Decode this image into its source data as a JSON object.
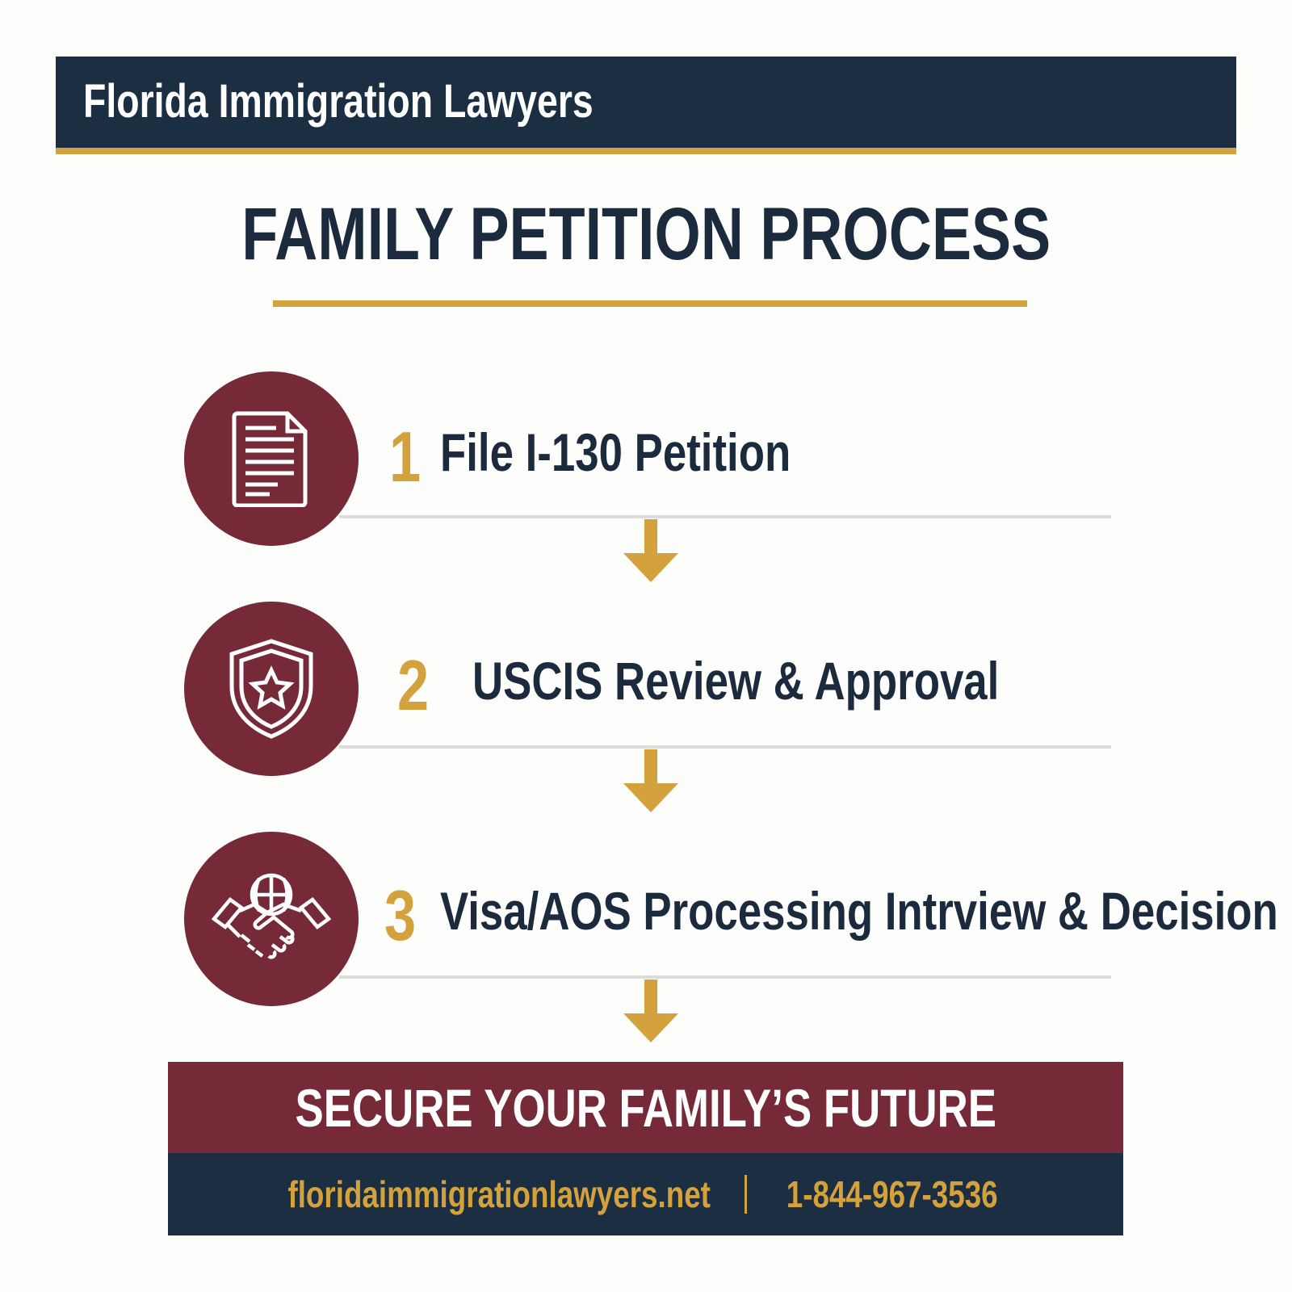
{
  "header": {
    "brand": "Florida Immigration Lawyers"
  },
  "title": "FAMILY PETITION PROCESS",
  "steps": [
    {
      "number": "1",
      "label": "File I-130 Petition",
      "icon": "document-icon"
    },
    {
      "number": "2",
      "label": "USCIS Review & Approval",
      "icon": "shield-star-icon"
    },
    {
      "number": "3",
      "label": "Visa/AOS Processing Intrview & Decision",
      "icon": "globe-handshake-icon"
    }
  ],
  "cta": {
    "headline": "SECURE YOUR FAMILY’S FUTURE",
    "website": "floridaimmigrationlawyers.net",
    "phone": "1-844-967-3536"
  },
  "colors": {
    "navy": "#1c2e42",
    "gold": "#d4a23c",
    "maroon": "#762a37"
  }
}
